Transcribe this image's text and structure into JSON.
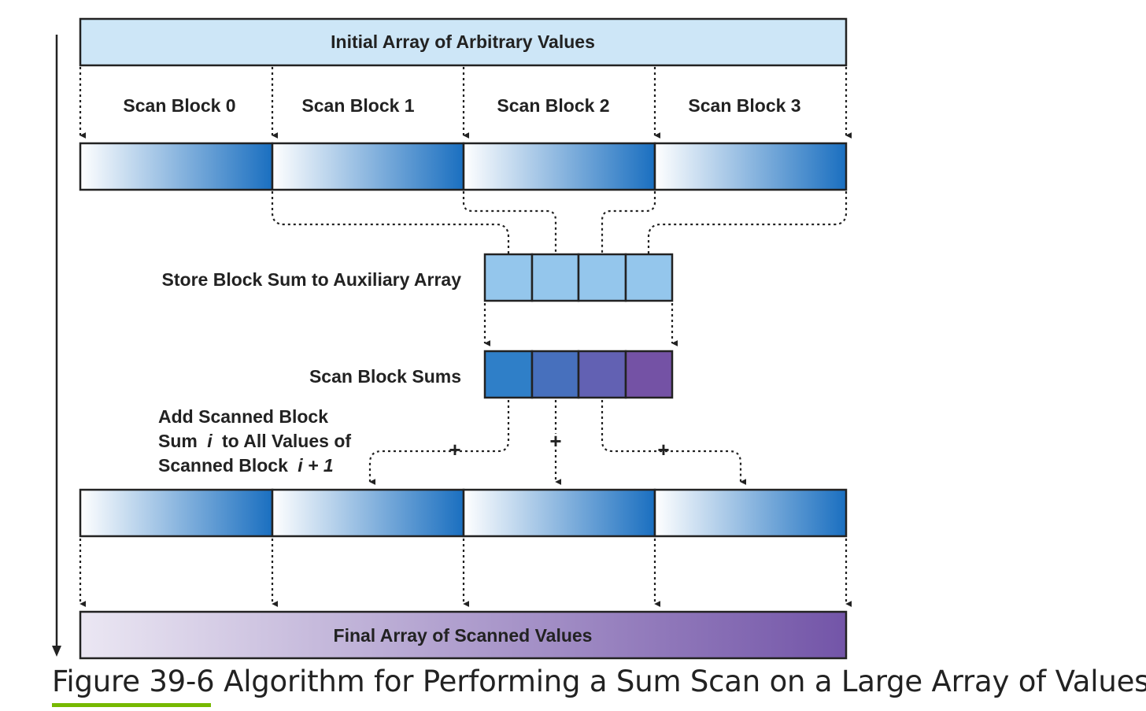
{
  "diagram": {
    "initial_array_label": "Initial Array of Arbitrary Values",
    "scan_blocks": [
      "Scan Block 0",
      "Scan Block 1",
      "Scan Block 2",
      "Scan Block 3"
    ],
    "store_label": "Store Block Sum to Auxiliary Array",
    "scan_sums_label": "Scan Block Sums",
    "add_label_lines": [
      "Add Scanned Block",
      "Sum",
      "i",
      "to All Values of",
      "Scanned Block",
      "i + 1"
    ],
    "plus_symbol": "+",
    "final_array_label": "Final Array of Scanned Values"
  },
  "caption": {
    "figure_number": "Figure 39-6",
    "title": "Algorithm for Performing a Sum Scan on a Large Array of Values"
  },
  "colors": {
    "top_bar": "#cde6f7",
    "block_start": "#ffffff",
    "block_end": "#1a6fc0",
    "aux_cell": "#94c6ec",
    "scan_sum_cells": [
      "#2f7fc8",
      "#4770bd",
      "#6261b3",
      "#7452a5"
    ],
    "final_start": "#ebe7f3",
    "final_end": "#7355a8",
    "caption_accent": "#76b900"
  }
}
